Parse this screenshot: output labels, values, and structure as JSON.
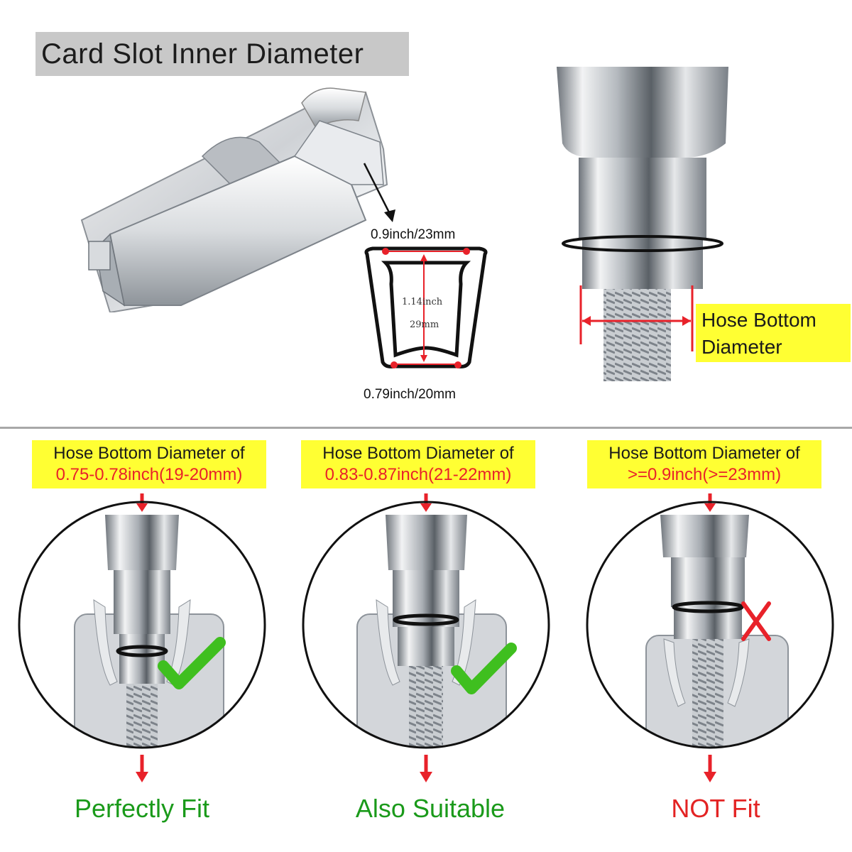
{
  "header": {
    "title": "Card Slot Inner Diameter"
  },
  "slot_diagram": {
    "top_width": "0.9inch/23mm",
    "height_inch": "1.14inch",
    "height_mm": "29mm",
    "bottom_width": "0.79inch/20mm"
  },
  "hose_label": {
    "line1": "Hose Bottom",
    "line2": "Diameter"
  },
  "cases": [
    {
      "heading": "Hose Bottom Diameter of",
      "range": "0.75-0.78inch(19-20mm)",
      "verdict": "Perfectly Fit",
      "mark": "check-icon"
    },
    {
      "heading": "Hose Bottom Diameter of",
      "range": "0.83-0.87inch(21-22mm)",
      "verdict": "Also Suitable",
      "mark": "check-icon"
    },
    {
      "heading": "Hose Bottom Diameter of",
      "range": ">=0.9inch(>=23mm)",
      "verdict": "NOT Fit",
      "mark": "cross-icon"
    }
  ],
  "colors": {
    "highlight_yellow": "#ffff33",
    "arrow_red": "#e8222a",
    "check_green": "#3fbf1f",
    "verdict_green": "#1a9a1a",
    "verdict_red": "#e32323"
  }
}
